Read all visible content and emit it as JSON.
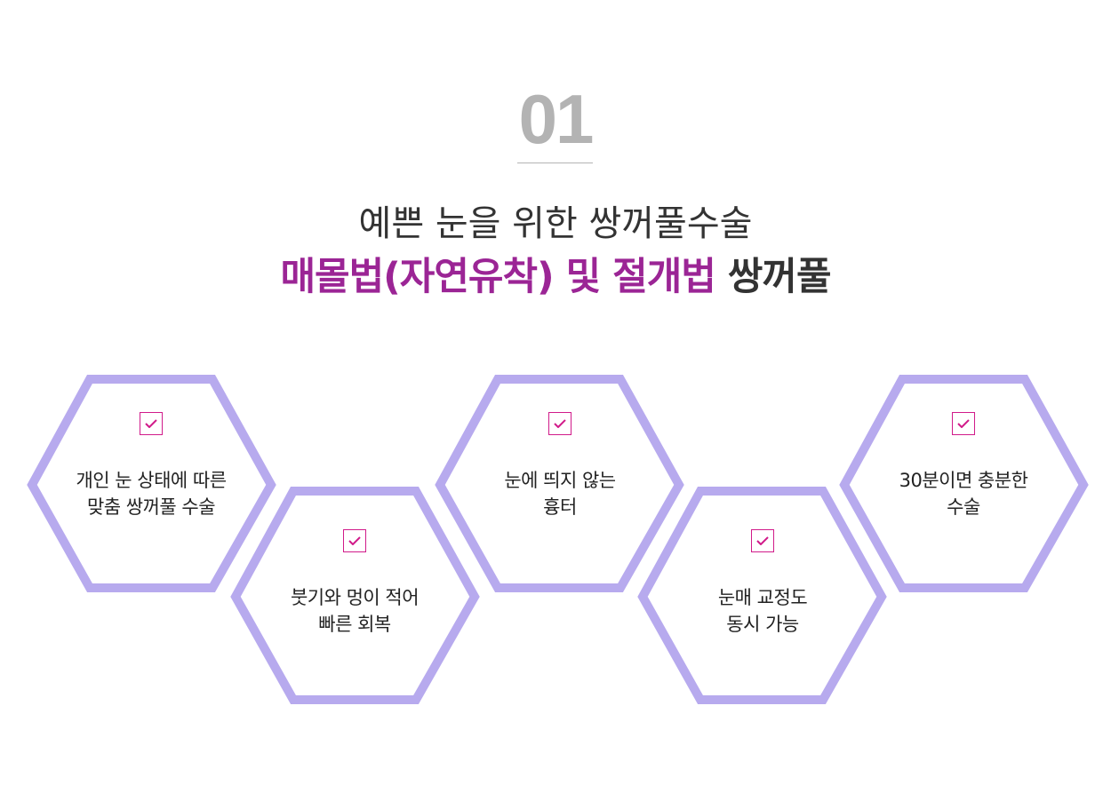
{
  "header": {
    "number": "01",
    "subtitle": "예쁜 눈을 위한 쌍꺼풀수술",
    "title_accent": "매몰법(자연유착) 및 절개법",
    "title_rest": "쌍꺼풀"
  },
  "colors": {
    "number": "#b3b3b3",
    "accent": "#9b2595",
    "hex_stroke": "#b7aaee",
    "check": "#d11b8a",
    "text": "#222222"
  },
  "features": [
    {
      "icon": "check-icon",
      "line1": "개인 눈 상태에 따른",
      "line2": "맞춤 쌍꺼풀 수술"
    },
    {
      "icon": "check-icon",
      "line1": "붓기와 멍이 적어",
      "line2": "빠른 회복"
    },
    {
      "icon": "check-icon",
      "line1": "눈에 띄지 않는",
      "line2": "흉터"
    },
    {
      "icon": "check-icon",
      "line1": "눈매 교정도",
      "line2": "동시 가능"
    },
    {
      "icon": "check-icon",
      "line1": "30분이면 충분한",
      "line2": "수술"
    }
  ]
}
